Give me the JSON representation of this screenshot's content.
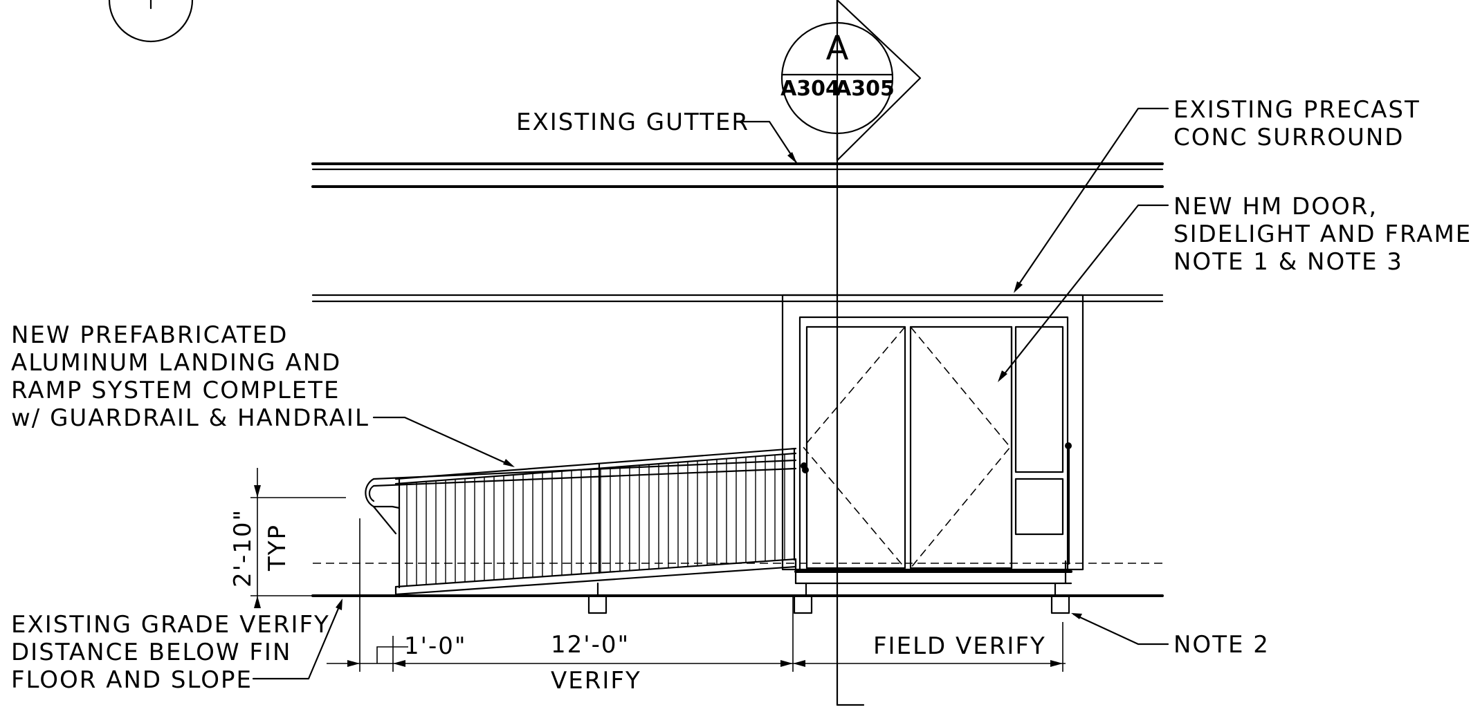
{
  "section_tag": {
    "letter": "A",
    "sheet_left": "A304",
    "sheet_right": "A305"
  },
  "notes": {
    "gutter": "EXISTING GUTTER",
    "precast": [
      "EXISTING PRECAST",
      "CONC SURROUND"
    ],
    "door": [
      "NEW HM DOOR,",
      "SIDELIGHT AND FRAME.",
      "NOTE 1 & NOTE 3"
    ],
    "ramp": [
      "NEW PREFABRICATED",
      "ALUMINUM LANDING AND",
      "RAMP SYSTEM COMPLETE",
      "w/ GUARDRAIL & HANDRAIL"
    ],
    "grade": [
      "EXISTING GRADE VERIFY",
      "DISTANCE BELOW FIN",
      "FLOOR AND SLOPE"
    ],
    "note2": "NOTE 2"
  },
  "dimensions": {
    "height": "2'-10\"",
    "height_qualifier": "TYP",
    "extension": "1'-0\"",
    "ramp_length": "12'-0\"",
    "ramp_length_note": "VERIFY",
    "landing": "FIELD VERIFY"
  }
}
